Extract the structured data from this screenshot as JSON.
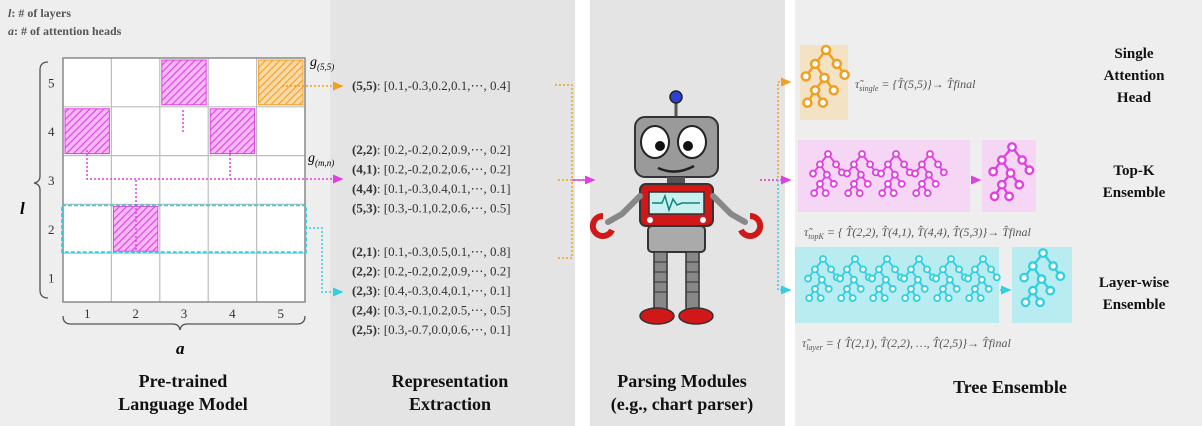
{
  "legend": {
    "l_var": "l",
    "l_text": ": # of layers",
    "a_var": "a",
    "a_text": ": # of attention heads"
  },
  "grid": {
    "layers": [
      "1",
      "2",
      "3",
      "4",
      "5"
    ],
    "heads": [
      "1",
      "2",
      "3",
      "4",
      "5"
    ],
    "l_axis": "l",
    "a_axis": "a",
    "g_single_base": "g",
    "g_single_sub": "(5,5)",
    "g_topk_base": "g",
    "g_topk_sub": "(m,n)",
    "highlighted_cells": [
      {
        "head": 3,
        "layer": 5,
        "group": "topk"
      },
      {
        "head": 5,
        "layer": 5,
        "group": "single"
      },
      {
        "head": 1,
        "layer": 4,
        "group": "topk"
      },
      {
        "head": 4,
        "layer": 4,
        "group": "topk"
      },
      {
        "head": 2,
        "layer": 2,
        "group": "topk"
      }
    ],
    "layerwise_row": 2
  },
  "sections": {
    "plm_line1": "Pre-trained",
    "plm_line2": "Language Model",
    "rep_line1": "Representation",
    "rep_line2": "Extraction",
    "parse_line1": "Parsing Modules",
    "parse_line2": "(e.g., chart parser)",
    "tree_ens": "Tree Ensemble"
  },
  "vectors": {
    "single": [
      {
        "key": "(5,5)",
        "value": ": [0.1,-0.3,0.2,0.1,⋯, 0.4]"
      }
    ],
    "topk": [
      {
        "key": "(2,2)",
        "value": ": [0.2,-0.2,0.2,0.9,⋯, 0.2]"
      },
      {
        "key": "(4,1)",
        "value": ": [0.2,-0.2,0.2,0.6,⋯, 0.2]"
      },
      {
        "key": "(4,4)",
        "value": ": [0.1,-0.3,0.4,0.1,⋯, 0.1]"
      },
      {
        "key": "(5,3)",
        "value": ": [0.3,-0.1,0.2,0.6,⋯, 0.5]"
      }
    ],
    "layerwise": [
      {
        "key": "(2,1)",
        "value": ": [0.1,-0.3,0.5,0.1,⋯, 0.8]"
      },
      {
        "key": "(2,2)",
        "value": ": [0.2,-0.2,0.2,0.9,⋯, 0.2]"
      },
      {
        "key": "(2,3)",
        "value": ": [0.4,-0.3,0.4,0.1,⋯, 0.1]"
      },
      {
        "key": "(2,4)",
        "value": ": [0.3,-0.1,0.2,0.5,⋯, 0.5]"
      },
      {
        "key": "(2,5)",
        "value": ": [0.3,-0.7,0.0,0.6,⋯, 0.1]"
      }
    ]
  },
  "ensembles": {
    "single_title1": "Single",
    "single_title2": "Attention",
    "single_title3": "Head",
    "topk_title1": "Top-K",
    "topk_title2": "Ensemble",
    "layer_title1": "Layer-wise",
    "layer_title2": "Ensemble",
    "single_formula_left": "τ̃",
    "single_formula_sub": "single",
    "single_formula_right": " = {T̂(5,5)}→ T̂final",
    "topk_formula_left": "τ̃",
    "topk_formula_sub": "topK",
    "topk_formula_right": " = { T̂(2,2), T̂(4,1), T̂(4,4), T̂(5,3)}→ T̂final",
    "layer_formula_left": "τ̃",
    "layer_formula_sub": "layer",
    "layer_formula_right": " = { T̂(2,1), T̂(2,2), …, T̂(2,5)}→ T̂final"
  },
  "colors": {
    "single": "#f0a020",
    "topk": "#e040e0",
    "layerwise": "#30d0e0",
    "gray_panel": "#e4e4e4",
    "robot_body": "#8a8a8a",
    "robot_red": "#d01818"
  }
}
